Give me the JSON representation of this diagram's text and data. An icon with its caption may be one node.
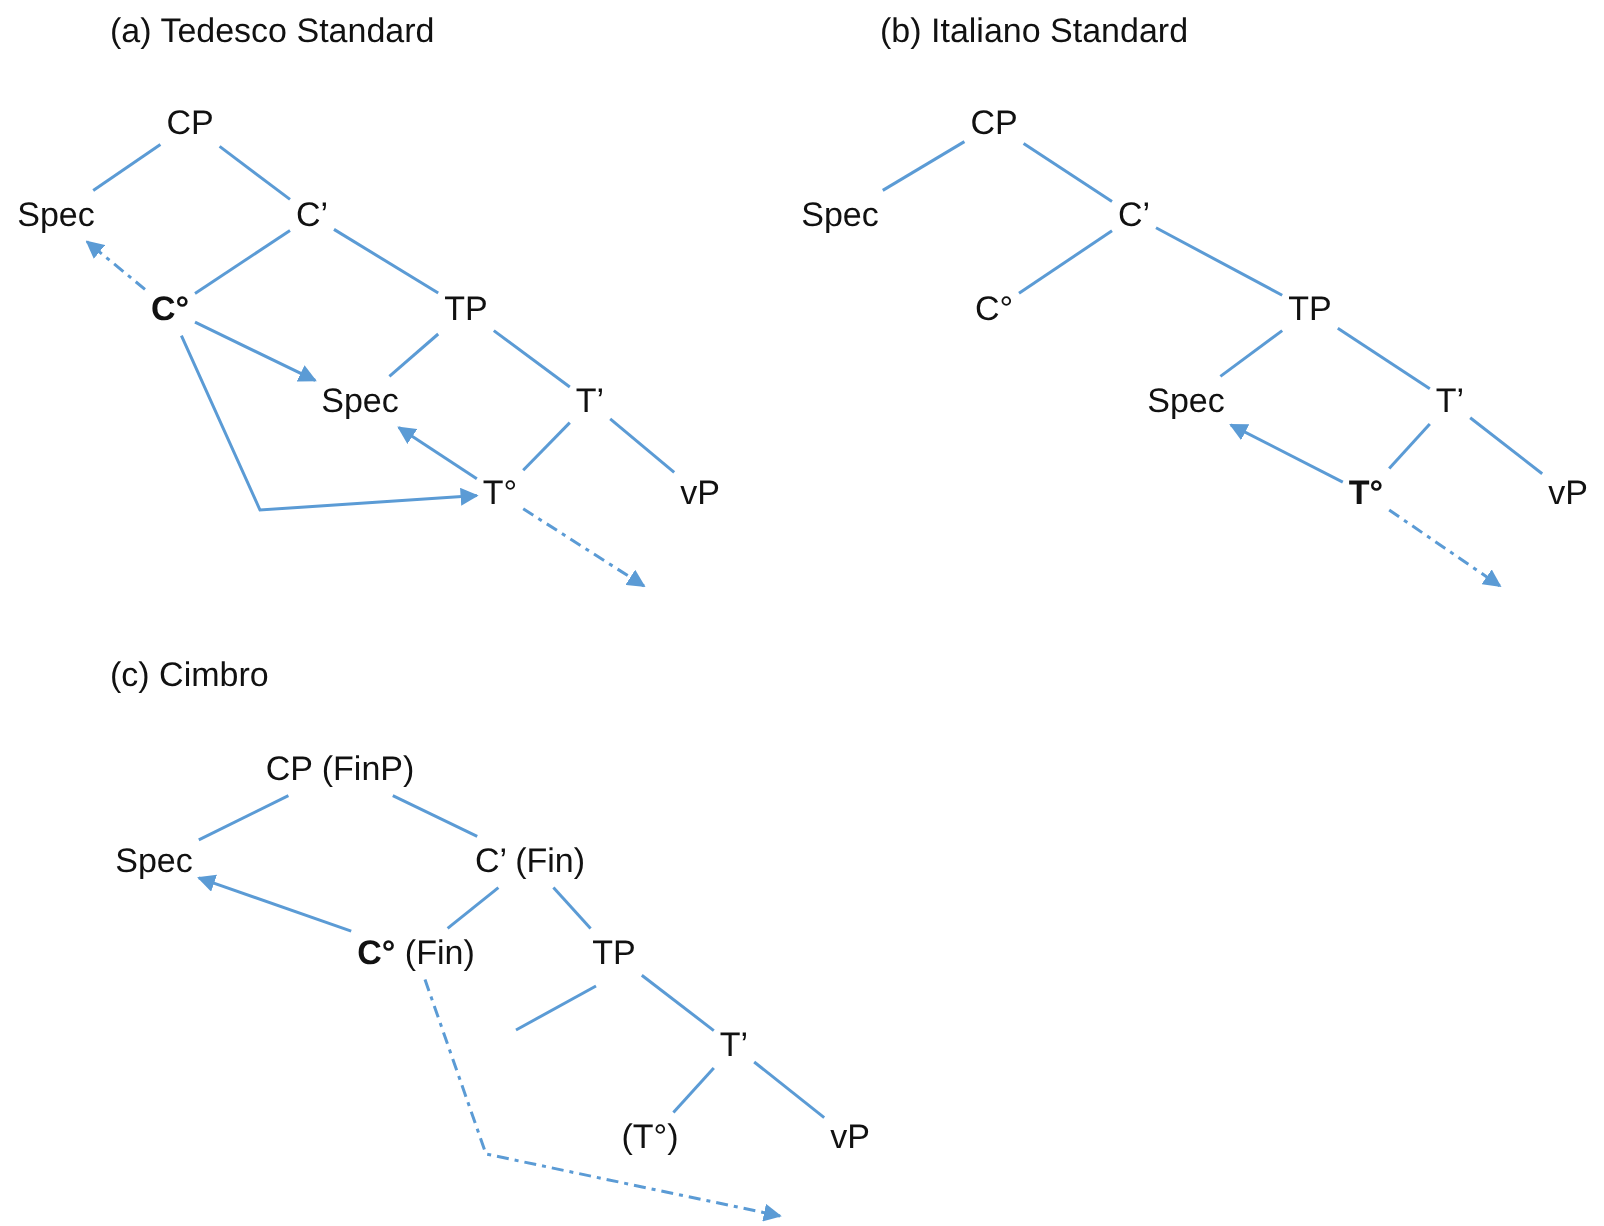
{
  "diagram": {
    "nodes": [
      {
        "text": [
          "CP"
        ]
      },
      {
        "text": [
          "Spec"
        ]
      },
      {
        "text": [
          "C’"
        ]
      },
      {
        "text": [
          "**C°**"
        ]
      },
      {
        "text": [
          "TP"
        ]
      },
      {
        "text": [
          "Spec"
        ]
      },
      {
        "text": [
          "T’"
        ]
      },
      {
        "text": [
          "T°"
        ]
      },
      {
        "text": [
          "vP"
        ]
      },
      {
        "text": [
          "CP"
        ]
      },
      {
        "text": [
          "Spec"
        ]
      },
      {
        "text": [
          "C’"
        ]
      },
      {
        "text": [
          "C°"
        ]
      },
      {
        "text": [
          "TP"
        ]
      },
      {
        "text": [
          "Spec"
        ]
      },
      {
        "text": [
          "T’"
        ]
      },
      {
        "text": [
          "**T°**"
        ]
      },
      {
        "text": [
          "vP"
        ]
      },
      {
        "text": [
          "CP (FinP)"
        ]
      },
      {
        "text": [
          "Spec"
        ]
      },
      {
        "text": [
          "C’ (Fin)"
        ]
      },
      {
        "text": [
          "**C°** (Fin)"
        ]
      },
      {
        "text": [
          "TP"
        ]
      },
      {
        "text": [
          "T’"
        ]
      },
      {
        "text": [
          "(T°)"
        ]
      },
      {
        "text": [
          "vP"
        ]
      }
    ],
    "edges": [
      {
        "from": 0,
        "to": 1,
        "arrow": "none"
      },
      {
        "from": 0,
        "to": 2,
        "arrow": "none"
      },
      {
        "from": 2,
        "to": 3,
        "arrow": "none"
      },
      {
        "from": 2,
        "to": 4,
        "arrow": "none"
      },
      {
        "from": 4,
        "to": 5,
        "arrow": "none"
      },
      {
        "from": 4,
        "to": 6,
        "arrow": "none"
      },
      {
        "from": 6,
        "to": 7,
        "arrow": "none"
      },
      {
        "from": 6,
        "to": 8,
        "arrow": "none"
      },
      {
        "from": 3,
        "to": 1,
        "arrow": "to",
        "style": "dashed"
      },
      {
        "from": 3,
        "to": 5,
        "arrow": "to"
      },
      {
        "from": 7,
        "to": 5,
        "arrow": "to"
      },
      {
        "from": 3,
        "to": 7,
        "arrow": "to"
      },
      {
        "from": 7,
        "to": null,
        "arrow": "to",
        "style": "dashed"
      },
      {
        "from": 9,
        "to": 10,
        "arrow": "none"
      },
      {
        "from": 9,
        "to": 11,
        "arrow": "none"
      },
      {
        "from": 11,
        "to": 12,
        "arrow": "none"
      },
      {
        "from": 11,
        "to": 13,
        "arrow": "none"
      },
      {
        "from": 13,
        "to": 14,
        "arrow": "none"
      },
      {
        "from": 13,
        "to": 15,
        "arrow": "none"
      },
      {
        "from": 15,
        "to": 16,
        "arrow": "none"
      },
      {
        "from": 15,
        "to": 17,
        "arrow": "none"
      },
      {
        "from": 16,
        "to": 14,
        "arrow": "to"
      },
      {
        "from": 16,
        "to": null,
        "arrow": "to",
        "style": "dashed"
      },
      {
        "from": 18,
        "to": 19,
        "arrow": "none"
      },
      {
        "from": 18,
        "to": 20,
        "arrow": "none"
      },
      {
        "from": 20,
        "to": 21,
        "arrow": "none"
      },
      {
        "from": 20,
        "to": 22,
        "arrow": "none"
      },
      {
        "from": 22,
        "to": 23,
        "arrow": "none"
      },
      {
        "from": 23,
        "to": 24,
        "arrow": "none"
      },
      {
        "from": 23,
        "to": 25,
        "arrow": "none"
      },
      {
        "from": 21,
        "to": 19,
        "arrow": "to"
      },
      {
        "from": 21,
        "to": null,
        "arrow": "to",
        "style": "dashed"
      }
    ],
    "labels": [
      "(a) Tedesco Standard",
      "(b) Italiano Standard",
      "(c) Cimbro"
    ]
  }
}
